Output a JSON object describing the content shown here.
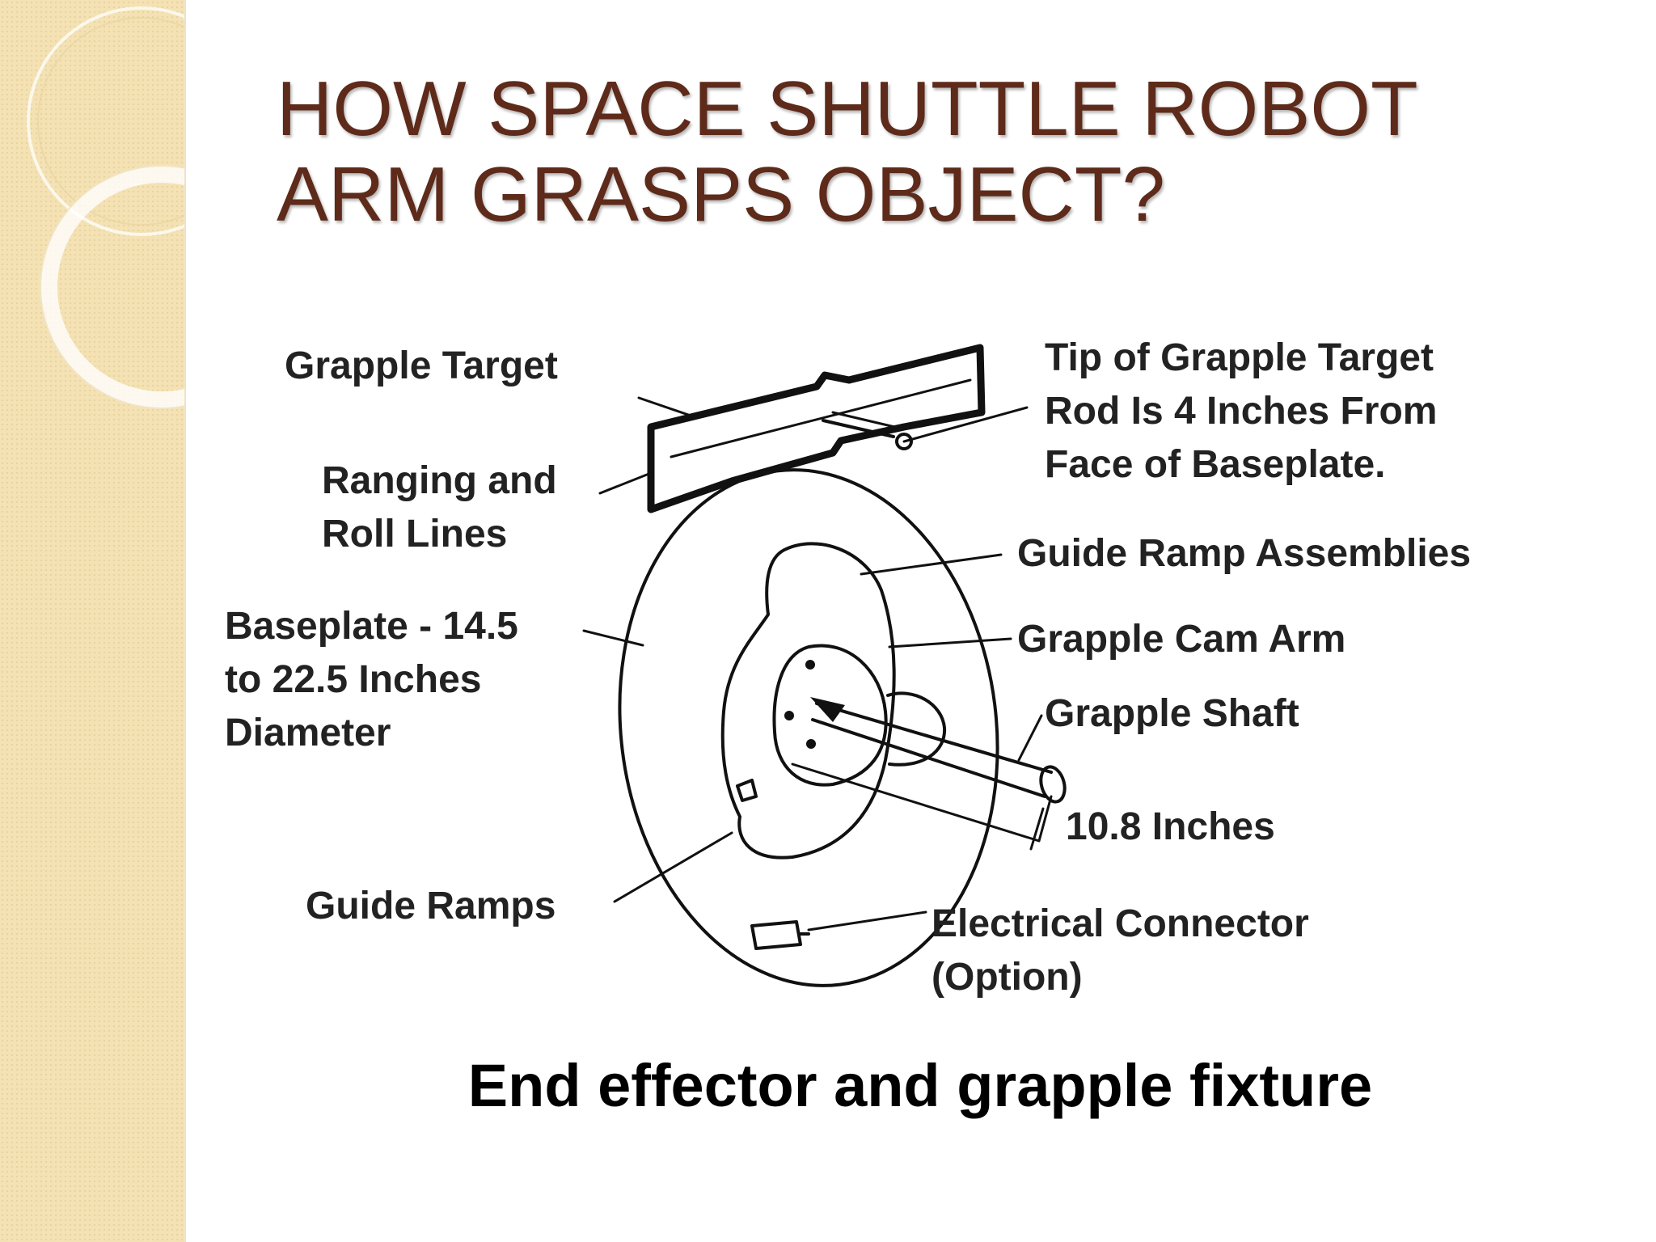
{
  "slide": {
    "title_line1": "HOW SPACE SHUTTLE ROBOT",
    "title_line2": "ARM GRASPS OBJECT?",
    "caption": "End effector and grapple fixture"
  },
  "diagram": {
    "labels": {
      "grapple_target": "Grapple Target",
      "ranging_line1": "Ranging and",
      "ranging_line2": "Roll Lines",
      "baseplate_line1": "Baseplate - 14.5",
      "baseplate_line2": "to 22.5 Inches",
      "baseplate_line3": "Diameter",
      "guide_ramps": "Guide Ramps",
      "tip_line1": "Tip of Grapple Target",
      "tip_line2": "Rod Is 4 Inches From",
      "tip_line3": "Face of Baseplate.",
      "guide_ramp_assemblies": "Guide Ramp Assemblies",
      "grapple_cam_arm": "Grapple Cam Arm",
      "grapple_shaft": "Grapple Shaft",
      "shaft_length": "10.8 Inches",
      "connector_line1": "Electrical Connector",
      "connector_line2": "(Option)"
    }
  },
  "theme": {
    "title_color": "#5e2a1a",
    "sidebar_color": "#f4e2b4"
  }
}
